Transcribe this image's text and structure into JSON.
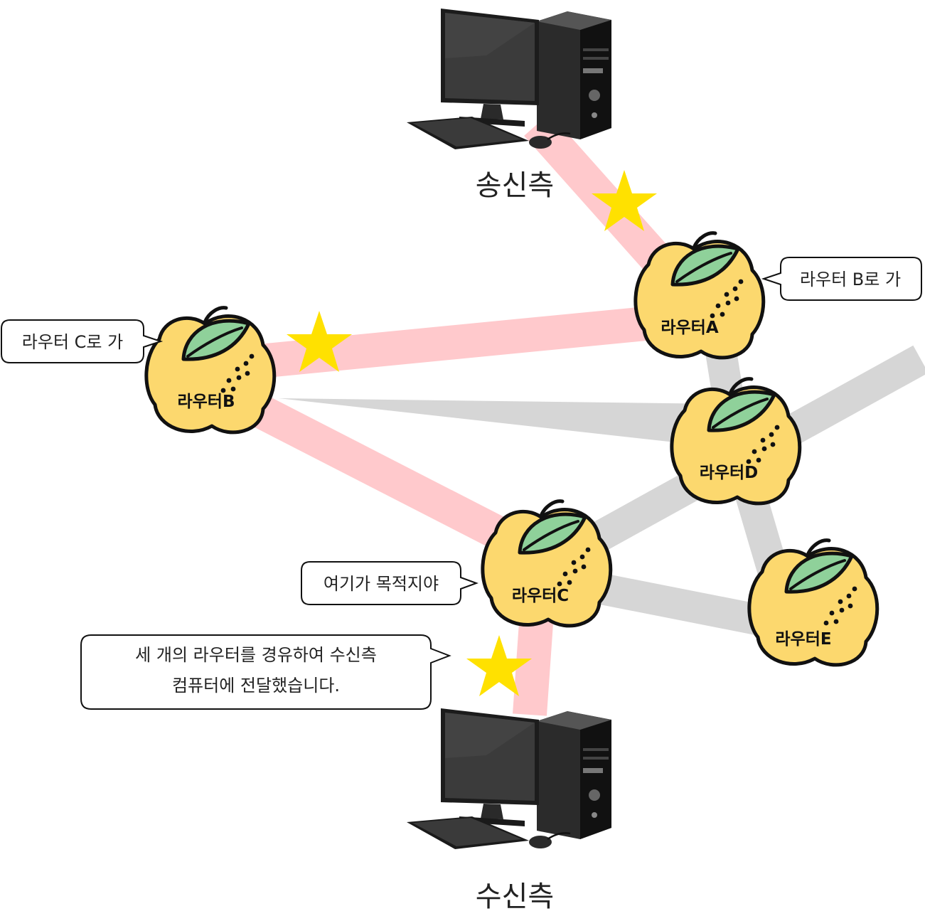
{
  "colors": {
    "active_link": "#ffc9cc",
    "idle_link": "#d6d6d6",
    "star": "#ffe100",
    "lemon": "#fcd86e",
    "leaf": "#8fd19a",
    "outline": "#111111"
  },
  "computers": {
    "sender": {
      "label": "송신측"
    },
    "receiver": {
      "label": "수신측"
    }
  },
  "routers": {
    "a": {
      "label": "라우터A"
    },
    "b": {
      "label": "라우터B"
    },
    "c": {
      "label": "라우터C"
    },
    "d": {
      "label": "라우터D"
    },
    "e": {
      "label": "라우터E"
    }
  },
  "bubbles": {
    "a": "라우터 B로 가",
    "b": "라우터 C로 가",
    "c": "여기가 목적지야",
    "summary_line1": "세 개의 라우터를 경유하여 수신측",
    "summary_line2": "컴퓨터에 전달했습니다."
  },
  "icons": [
    "desktop-computer-icon",
    "lemon-router-icon",
    "star-icon"
  ]
}
